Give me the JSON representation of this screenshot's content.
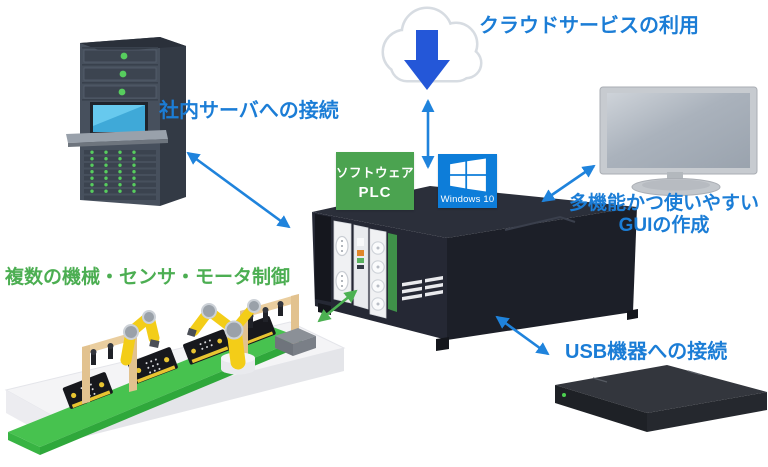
{
  "labels": {
    "cloud_service": "クラウドサービスの利用",
    "server": "社内サーバへの接続",
    "gui_line1": "多機能かつ使いやすい",
    "gui_line2": "GUIの作成",
    "usb": "USB機器への接続",
    "machine_control": "複数の機械・センサ・モータ制御"
  },
  "center_pc": {
    "software_plc_line1": "ソフトウェア",
    "software_plc_line2": "PLC",
    "os_badge": "Windows 10"
  },
  "icons": [
    "cloud-download-icon",
    "server-rack-illustration",
    "industrial-pc-illustration",
    "windows-logo-icon",
    "monitor-illustration",
    "usb-drive-illustration",
    "production-line-illustration"
  ],
  "colors": {
    "background": "#ffffff",
    "label_blue": "#1b7dd6",
    "label_green": "#4cae52",
    "arrow_blue": "#1f83dc",
    "arrow_green": "#4cb152",
    "plc_badge_green": "#4ba350",
    "windows_badge_blue": "#0d7dd9",
    "cloud_arrow_blue": "#2457d8",
    "pc_body_dark": "#23262f"
  }
}
